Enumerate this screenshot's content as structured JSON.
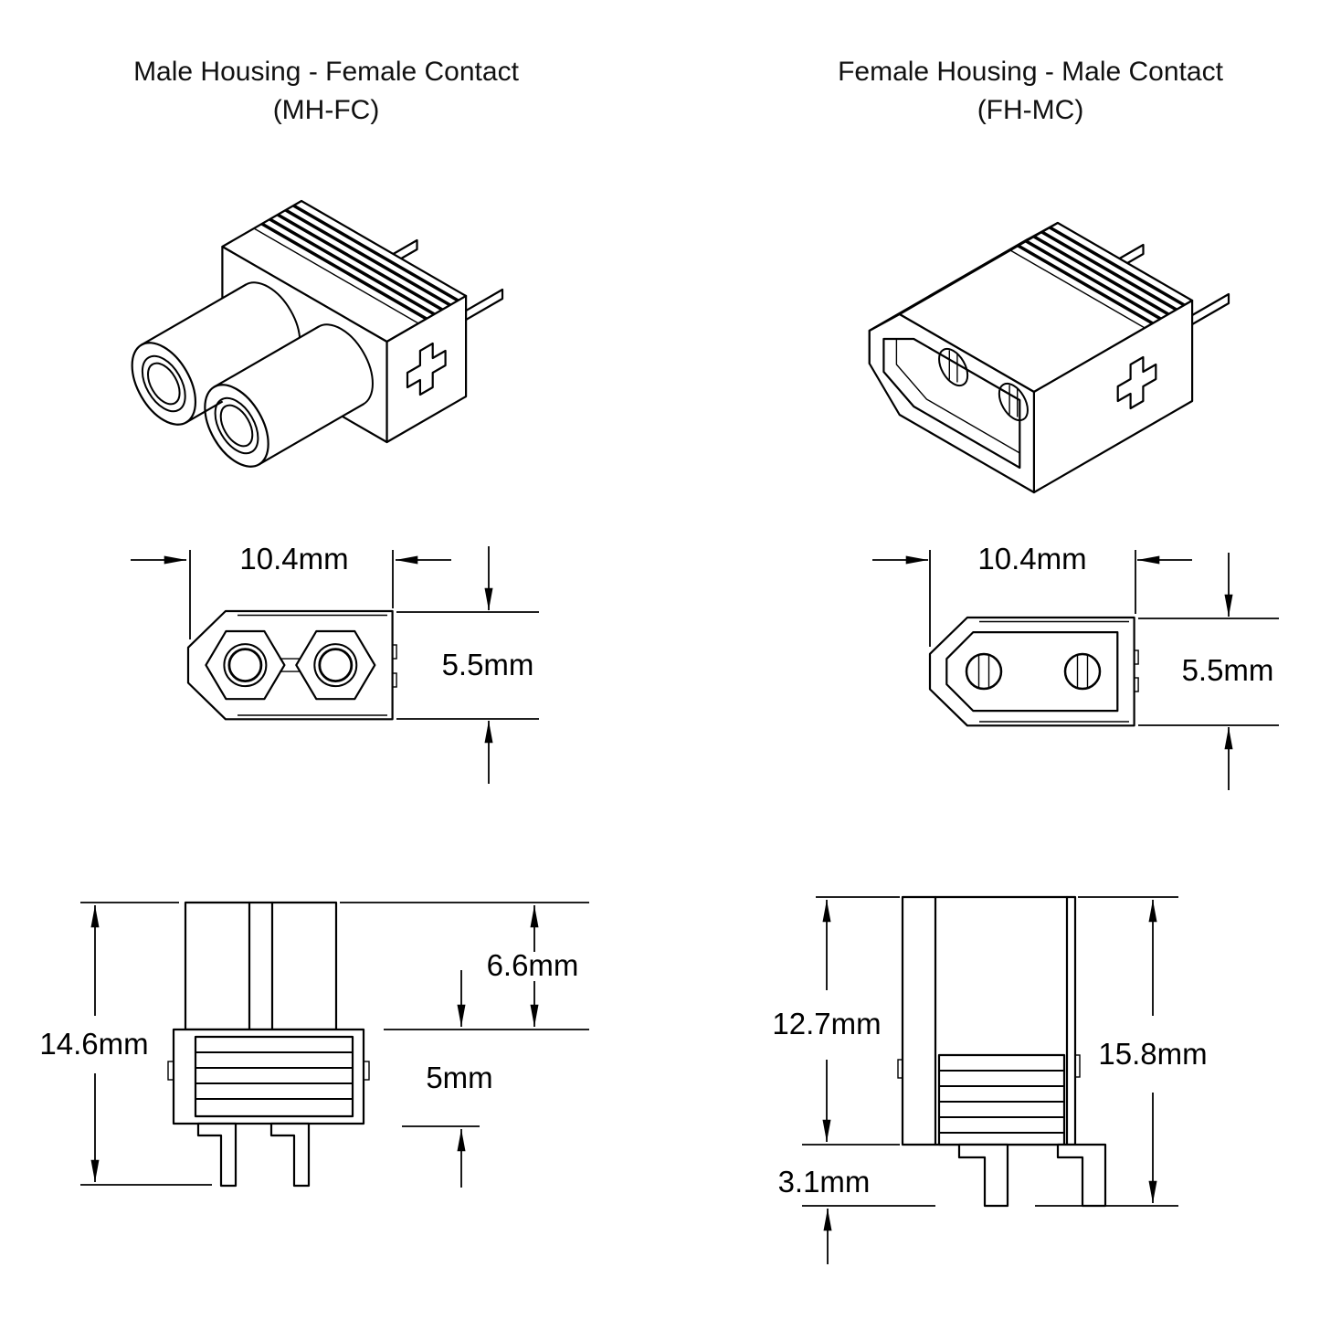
{
  "drawing": {
    "background": "#ffffff",
    "stroke_color": "#000000",
    "panels": {
      "left": {
        "title_line1": "Male Housing  - Female Contact",
        "title_line2": "(MH-FC)",
        "polarity_marking": "+",
        "dimensions": {
          "width": "10.4mm",
          "face_height": "5.5mm",
          "overall_height": "14.6mm",
          "barrel_length": "6.6mm",
          "body_height": "5mm"
        }
      },
      "right": {
        "title_line1": "Female Housing  - Male Contact",
        "title_line2": "(FH-MC)",
        "polarity_marking": "+",
        "dimensions": {
          "width": "10.4mm",
          "face_height": "5.5mm",
          "body_height": "12.7mm",
          "overall_height": "15.8mm",
          "pin_length": "3.1mm"
        }
      }
    }
  }
}
